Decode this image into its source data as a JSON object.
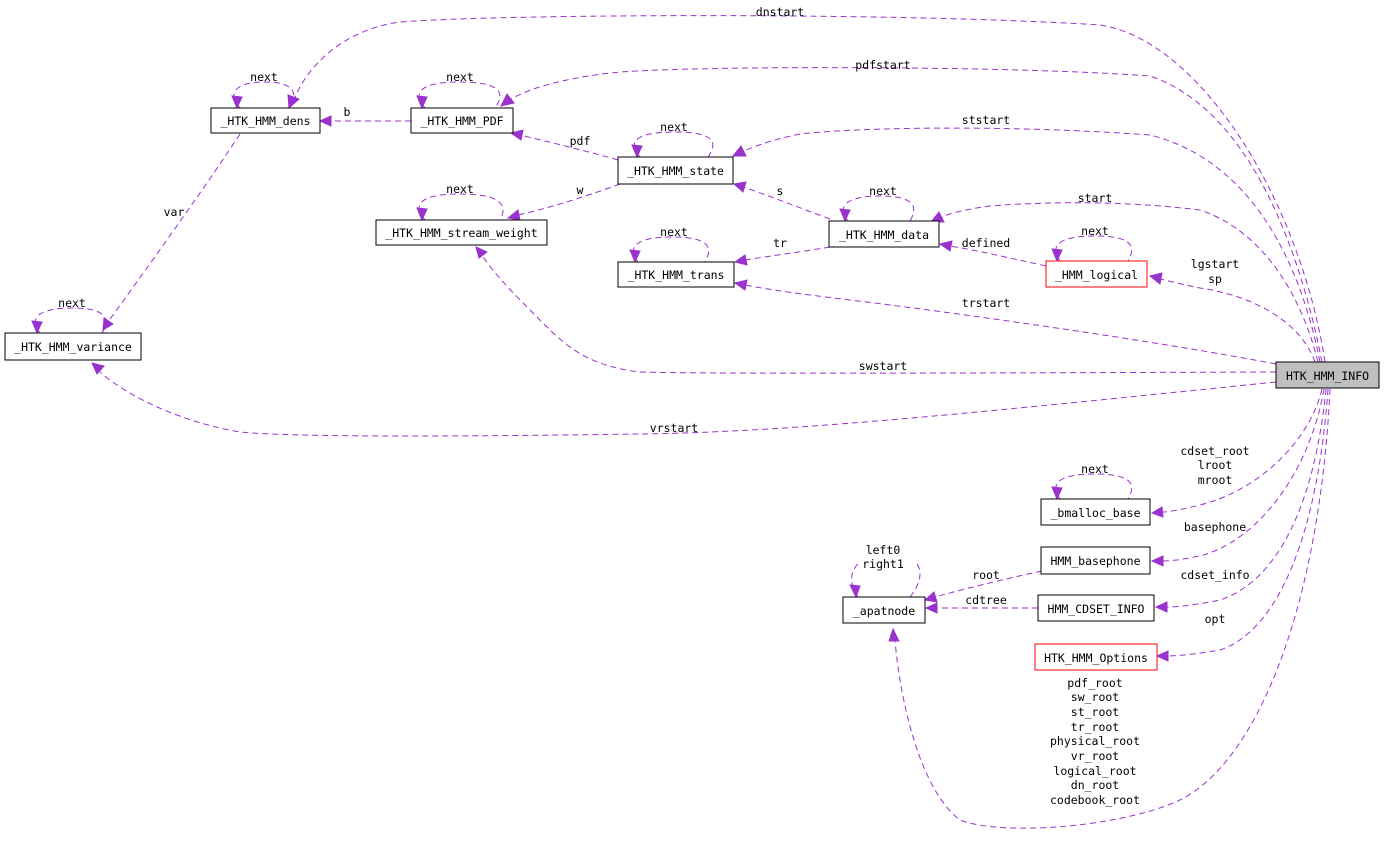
{
  "diagram": {
    "root_node": "HTK_HMM_INFO",
    "nodes": {
      "dens": "_HTK_HMM_dens",
      "pdf": "_HTK_HMM_PDF",
      "state": "_HTK_HMM_state",
      "stream_weight": "_HTK_HMM_stream_weight",
      "data": "_HTK_HMM_data",
      "trans": "_HTK_HMM_trans",
      "logical": "_HMM_logical",
      "variance": "_HTK_HMM_variance",
      "info": "HTK_HMM_INFO",
      "bmalloc": "_bmalloc_base",
      "basephone": "HMM_basephone",
      "apatnode": "_apatnode",
      "cdset_info": "HMM_CDSET_INFO",
      "options": "HTK_HMM_Options"
    },
    "edge_labels": {
      "dnstart": "dnstart",
      "pdfstart": "pdfstart",
      "ststart": "ststart",
      "start": "start",
      "lgstart": "lgstart",
      "sp": "sp",
      "trstart": "trstart",
      "swstart": "swstart",
      "vrstart": "vrstart",
      "next_dens": "next",
      "next_pdf": "next",
      "next_state": "next",
      "next_stream": "next",
      "next_data": "next",
      "next_trans": "next",
      "next_logical": "next",
      "next_variance": "next",
      "next_bmalloc": "next",
      "b": "b",
      "pdf": "pdf",
      "w": "w",
      "s": "s",
      "tr": "tr",
      "defined": "defined",
      "var": "var",
      "cdset_root": "cdset_root",
      "lroot": "lroot",
      "mroot": "mroot",
      "basephone": "basephone",
      "cdset_info": "cdset_info",
      "opt": "opt",
      "root": "root",
      "cdtree": "cdtree",
      "left0": "left0",
      "right1": "right1",
      "roots": [
        "pdf_root",
        "sw_root",
        "st_root",
        "tr_root",
        "physical_root",
        "vr_root",
        "logical_root",
        "dn_root",
        "codebook_root"
      ]
    },
    "colors": {
      "edge": "#9a32cd",
      "node_border": "#000000",
      "highlight_border": "#ff0000",
      "root_fill": "#bfbfbf"
    }
  }
}
